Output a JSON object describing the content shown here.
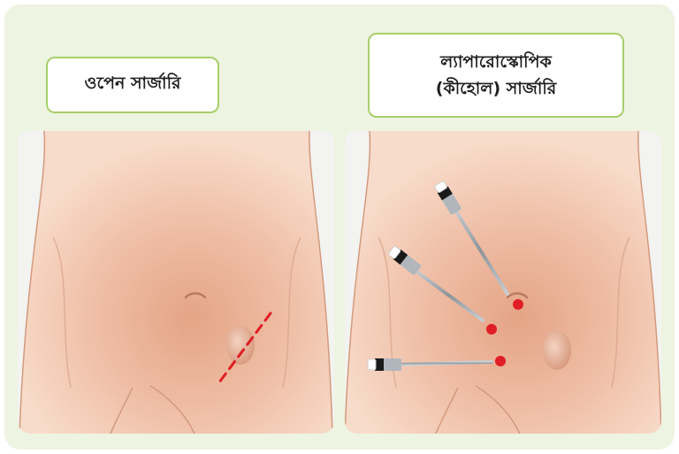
{
  "labels": {
    "open_surgery": "ওপেন সার্জারি",
    "laparoscopic_line1": "ল্যাপারোস্কোপিক",
    "laparoscopic_line2": "(কীহোল) সার্জারি"
  },
  "colors": {
    "background_panel": "#eef4e2",
    "label_border": "#a8cf6a",
    "skin_base": "#f6d2bf",
    "skin_center": "#e4a486",
    "incision_red": "#e01e25",
    "instrument_steel": "#9aa0a6"
  },
  "figures": {
    "open": {
      "name": "open-surgery-abdomen",
      "incision": "dashed-line"
    },
    "laparoscopic": {
      "name": "laparoscopic-abdomen",
      "port_count": 3,
      "instrument_count": 3
    }
  }
}
